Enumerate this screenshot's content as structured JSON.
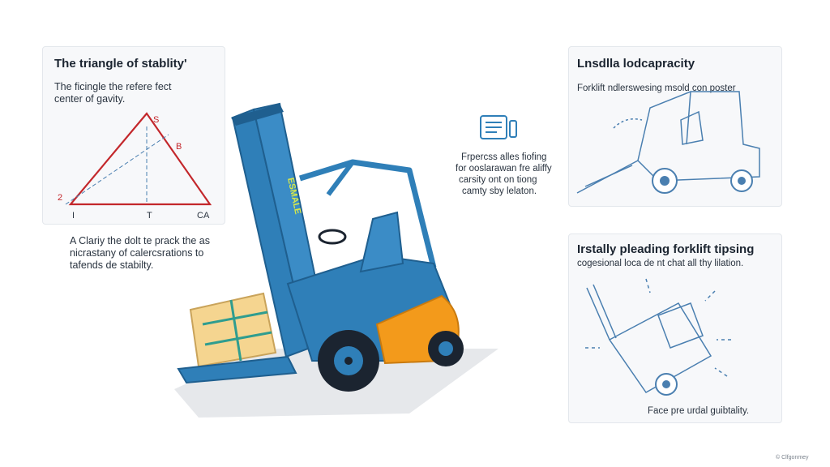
{
  "stability_panel": {
    "title": "The triangle of stablity'",
    "subtitle_line1": "The ficingle the refere fect",
    "subtitle_line2": "center of gavity.",
    "vertex_labels": {
      "top": "S",
      "right_side": "B",
      "left": "2",
      "bottom_left": "I",
      "bottom_mid": "T",
      "bottom_right": "CA"
    }
  },
  "left_caption": {
    "line1": "A Clariy the dolt tе prack the as",
    "line2": "nicrastany of calercsrations to",
    "line3": "tafends de stabilty."
  },
  "center_note": {
    "line1": "Frpercss alles fiofing",
    "line2": "for ooslarawan fre aliffy",
    "line3": "carsity ont on tiong",
    "line4": "camty sby lelaton."
  },
  "load_capacity_panel": {
    "title": "Lnsdlla lodcapracity",
    "subtitle": "Forklift ndlerswesing msold con poster"
  },
  "tipping_panel": {
    "title": "Irstally pleading forklift tipsing",
    "subtitle": "cogesional loca de nt chat all thy lilation.",
    "caption": "Face pre urdal guibtality."
  },
  "forklift": {
    "mast_text": "ESMALE"
  },
  "footer": {
    "credit": "© Clfgonmey"
  },
  "colors": {
    "blue": "#2f7fb8",
    "dark_blue": "#1f5f8f",
    "orange": "#f39a1b",
    "red": "#c3272b",
    "line_blue": "#4a7fb0"
  }
}
